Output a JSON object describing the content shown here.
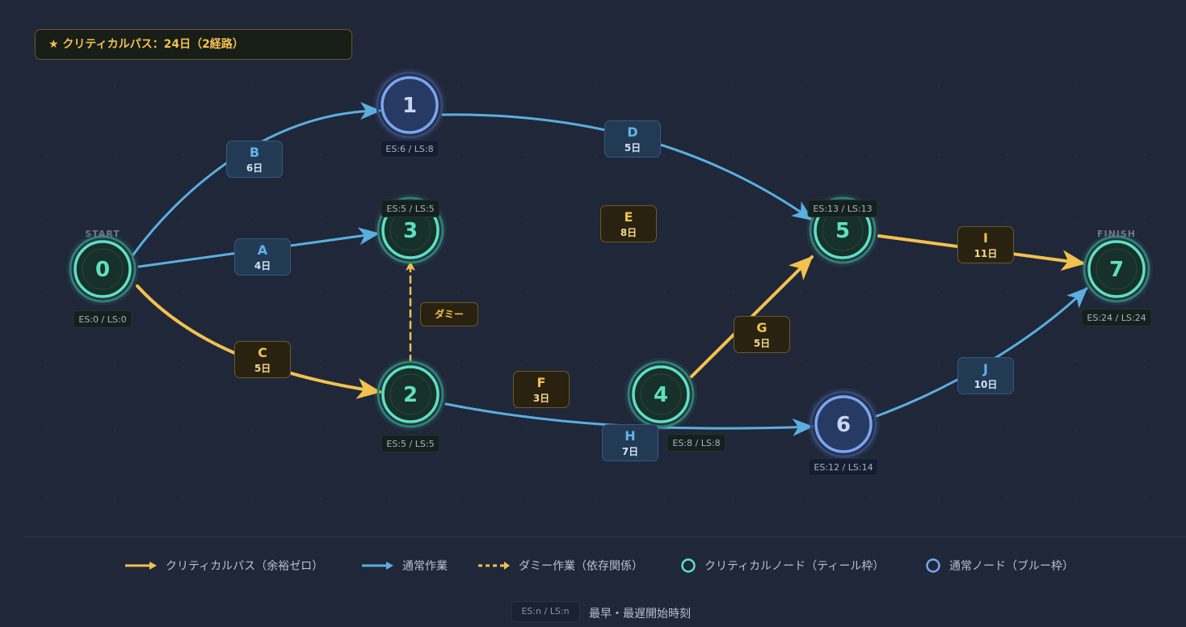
{
  "banner": "★ クリティカルパス：24日（2経路）",
  "colors": {
    "critical": "#f2c14e",
    "normal": "#5aaee0",
    "critical_node": "#5ee0c0",
    "normal_node": "#7aa6f0",
    "background": "#1f2739"
  },
  "nodes": [
    {
      "id": "0",
      "es": "ES:0 / LS:0",
      "tag": "START",
      "critical": true
    },
    {
      "id": "1",
      "es": "ES:6 / LS:8",
      "critical": false
    },
    {
      "id": "2",
      "es": "ES:5 / LS:5",
      "critical": true
    },
    {
      "id": "3",
      "es": "ES:5 / LS:5",
      "critical": true
    },
    {
      "id": "4",
      "es": "ES:8 / LS:8",
      "critical": true
    },
    {
      "id": "5",
      "es": "ES:13 / LS:13",
      "critical": true
    },
    {
      "id": "6",
      "es": "ES:12 / LS:14",
      "critical": false
    },
    {
      "id": "7",
      "es": "ES:24 / LS:24",
      "tag": "FINISH",
      "critical": true
    }
  ],
  "activities": {
    "A": {
      "name": "A",
      "days": "4日",
      "critical": false
    },
    "B": {
      "name": "B",
      "days": "6日",
      "critical": false
    },
    "C": {
      "name": "C",
      "days": "5日",
      "critical": true
    },
    "D": {
      "name": "D",
      "days": "5日",
      "critical": false
    },
    "E": {
      "name": "E",
      "days": "8日",
      "critical": true
    },
    "F": {
      "name": "F",
      "days": "3日",
      "critical": true
    },
    "G": {
      "name": "G",
      "days": "5日",
      "critical": true
    },
    "H": {
      "name": "H",
      "days": "7日",
      "critical": false
    },
    "I": {
      "name": "I",
      "days": "11日",
      "critical": true
    },
    "J": {
      "name": "J",
      "days": "10日",
      "critical": false
    }
  },
  "dummy_label": "ダミー",
  "legend": {
    "critical_path": "クリティカルパス（余裕ゼロ）",
    "normal": "通常作業",
    "dummy": "ダミー作業（依存関係）",
    "critical_node": "クリティカルノード（ティール枠）",
    "normal_node": "通常ノード（ブルー枠）",
    "es_key": "ES:n / LS:n",
    "es_desc": "最早・最遅開始時刻"
  }
}
